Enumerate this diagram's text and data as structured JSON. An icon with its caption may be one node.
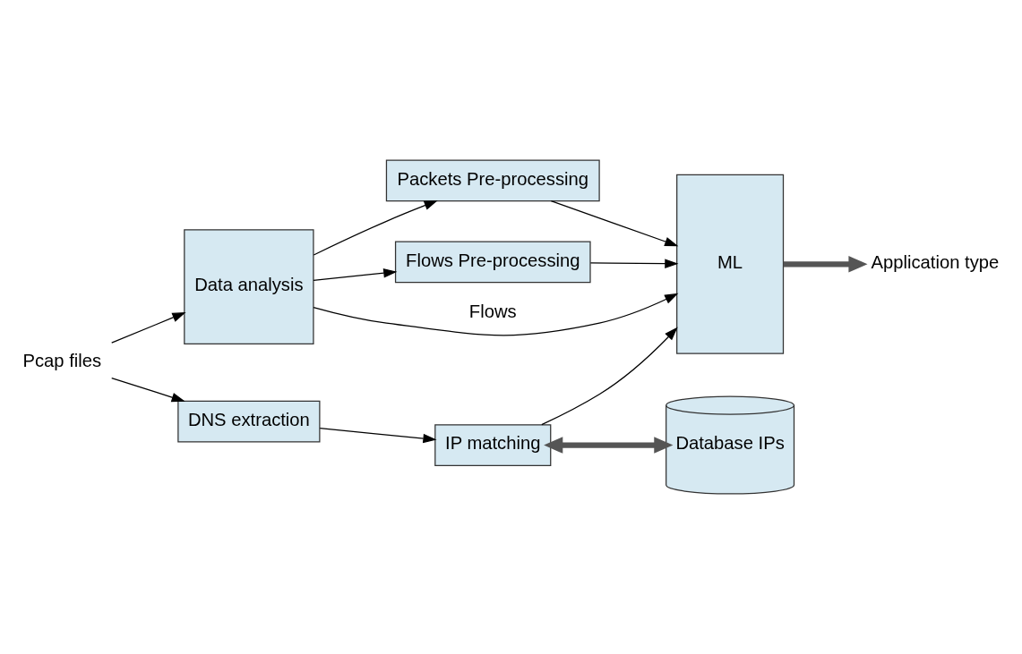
{
  "diagram": {
    "nodes": [
      {
        "text": [
          "Pcap files"
        ]
      },
      {
        "text": [
          "Data analysis"
        ]
      },
      {
        "text": [
          "Packets Pre-processing"
        ]
      },
      {
        "text": [
          "Flows Pre-processing"
        ]
      },
      {
        "text": [
          "DNS extraction"
        ]
      },
      {
        "text": [
          "IP matching"
        ]
      },
      {
        "text": [
          "Database IPs"
        ]
      },
      {
        "text": [
          "ML"
        ]
      },
      {
        "text": [
          "Application type"
        ]
      }
    ],
    "edges": [
      {
        "from": 0,
        "to": 1,
        "arrow": "to"
      },
      {
        "from": 0,
        "to": 4,
        "arrow": "to"
      },
      {
        "from": 1,
        "to": 7,
        "arrow": "to",
        "label": "Flows"
      },
      {
        "from": 1,
        "to": 2,
        "arrow": "to"
      },
      {
        "from": 1,
        "to": 3,
        "arrow": "to"
      },
      {
        "from": 2,
        "to": 7,
        "arrow": "to"
      },
      {
        "from": 3,
        "to": 7,
        "arrow": "to"
      },
      {
        "from": 4,
        "to": 5,
        "arrow": "to"
      },
      {
        "from": 5,
        "to": 7,
        "arrow": "to"
      },
      {
        "from": 5,
        "to": 6,
        "arrow": "both",
        "style": "thick"
      },
      {
        "from": 7,
        "to": 8,
        "arrow": "to",
        "style": "thick"
      }
    ]
  }
}
